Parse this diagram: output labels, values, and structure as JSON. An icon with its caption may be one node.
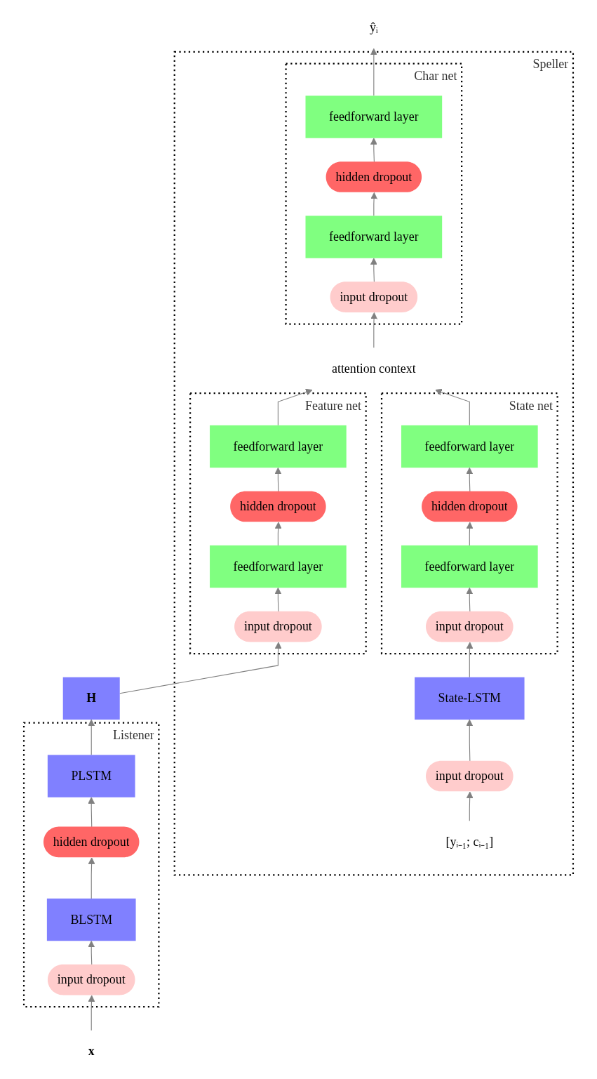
{
  "diagram": {
    "nodes": [
      {
        "text": [
          "ŷᵢ"
        ]
      },
      {
        "text": [
          "Speller"
        ]
      },
      {
        "text": [
          "Char net"
        ],
        "in": 1
      },
      {
        "text": [
          "feedforward layer"
        ],
        "in": 2
      },
      {
        "text": [
          "hidden dropout"
        ],
        "in": 2
      },
      {
        "text": [
          "feedforward layer"
        ],
        "in": 2
      },
      {
        "text": [
          "input dropout"
        ],
        "in": 2
      },
      {
        "text": [
          "attention context"
        ],
        "in": 1
      },
      {
        "text": [
          "State net"
        ],
        "in": 1
      },
      {
        "text": [
          "feedforward layer"
        ],
        "in": 8
      },
      {
        "text": [
          "hidden dropout"
        ],
        "in": 8
      },
      {
        "text": [
          "feedforward layer"
        ],
        "in": 8
      },
      {
        "text": [
          "input dropout"
        ],
        "in": 8
      },
      {
        "text": [
          "Feature net"
        ],
        "in": 1
      },
      {
        "text": [
          "feedforward layer"
        ],
        "in": 13
      },
      {
        "text": [
          "hidden dropout"
        ],
        "in": 13
      },
      {
        "text": [
          "feedforward layer"
        ],
        "in": 13
      },
      {
        "text": [
          "input dropout"
        ],
        "in": 13
      },
      {
        "text": [
          "State-LSTM"
        ],
        "in": 1
      },
      {
        "text": [
          "input dropout"
        ],
        "in": 1
      },
      {
        "text": [
          "[yᵢ₋₁; cᵢ₋₁]"
        ],
        "in": 1
      },
      {
        "text": [
          "H"
        ]
      },
      {
        "text": [
          "Listener"
        ]
      },
      {
        "text": [
          "PLSTM"
        ],
        "in": 22
      },
      {
        "text": [
          "hidden dropout"
        ],
        "in": 22
      },
      {
        "text": [
          "BLSTM"
        ],
        "in": 22
      },
      {
        "text": [
          "input dropout"
        ],
        "in": 22
      },
      {
        "text": [
          "x"
        ]
      }
    ],
    "edges": [
      {
        "from": 27,
        "to": 26,
        "arrow": "to"
      },
      {
        "from": 26,
        "to": 25,
        "arrow": "to"
      },
      {
        "from": 25,
        "to": 24,
        "arrow": "to"
      },
      {
        "from": 24,
        "to": 23,
        "arrow": "to"
      },
      {
        "from": 23,
        "to": 21,
        "arrow": "to"
      },
      {
        "from": 21,
        "to": 17,
        "arrow": "to"
      },
      {
        "from": 17,
        "to": 16,
        "arrow": "to"
      },
      {
        "from": 16,
        "to": 15,
        "arrow": "to"
      },
      {
        "from": 15,
        "to": 14,
        "arrow": "to"
      },
      {
        "from": 14,
        "to": 7,
        "arrow": "to"
      },
      {
        "from": 20,
        "to": 19,
        "arrow": "to"
      },
      {
        "from": 19,
        "to": 18,
        "arrow": "to"
      },
      {
        "from": 18,
        "to": 12,
        "arrow": "to"
      },
      {
        "from": 12,
        "to": 11,
        "arrow": "to"
      },
      {
        "from": 11,
        "to": 10,
        "arrow": "to"
      },
      {
        "from": 10,
        "to": 9,
        "arrow": "to"
      },
      {
        "from": 9,
        "to": 7,
        "arrow": "to"
      },
      {
        "from": 7,
        "to": 6,
        "arrow": "to"
      },
      {
        "from": 6,
        "to": 5,
        "arrow": "to"
      },
      {
        "from": 5,
        "to": 4,
        "arrow": "to"
      },
      {
        "from": 4,
        "to": 3,
        "arrow": "to"
      },
      {
        "from": 3,
        "to": 0,
        "arrow": "to"
      }
    ]
  }
}
